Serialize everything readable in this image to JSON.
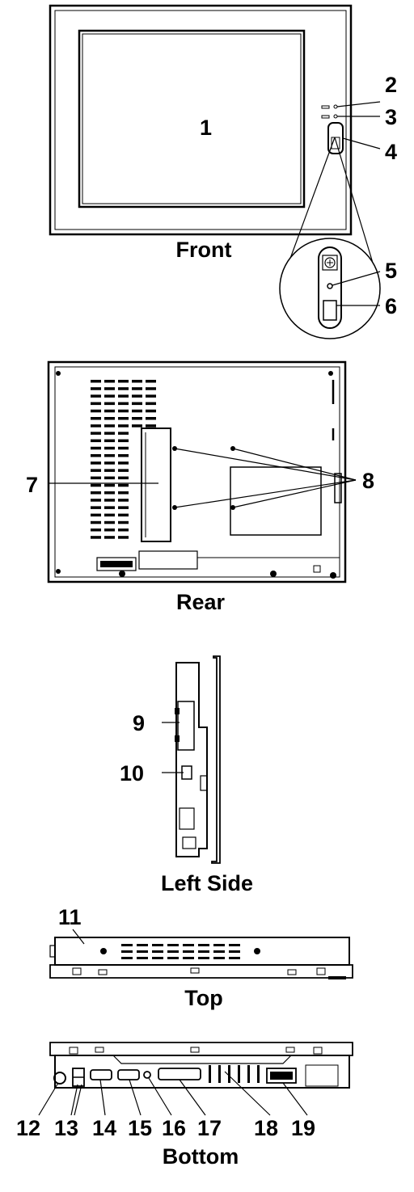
{
  "views": {
    "front": "Front",
    "rear": "Rear",
    "left_side": "Left Side",
    "top": "Top",
    "bottom": "Bottom"
  },
  "callouts": {
    "c1": "1",
    "c2": "2",
    "c3": "3",
    "c4": "4",
    "c5": "5",
    "c6": "6",
    "c7": "7",
    "c8": "8",
    "c9": "9",
    "c10": "10",
    "c11": "11",
    "c12": "12",
    "c13": "13",
    "c14": "14",
    "c15": "15",
    "c16": "16",
    "c17": "17",
    "c18": "18",
    "c19": "19"
  }
}
